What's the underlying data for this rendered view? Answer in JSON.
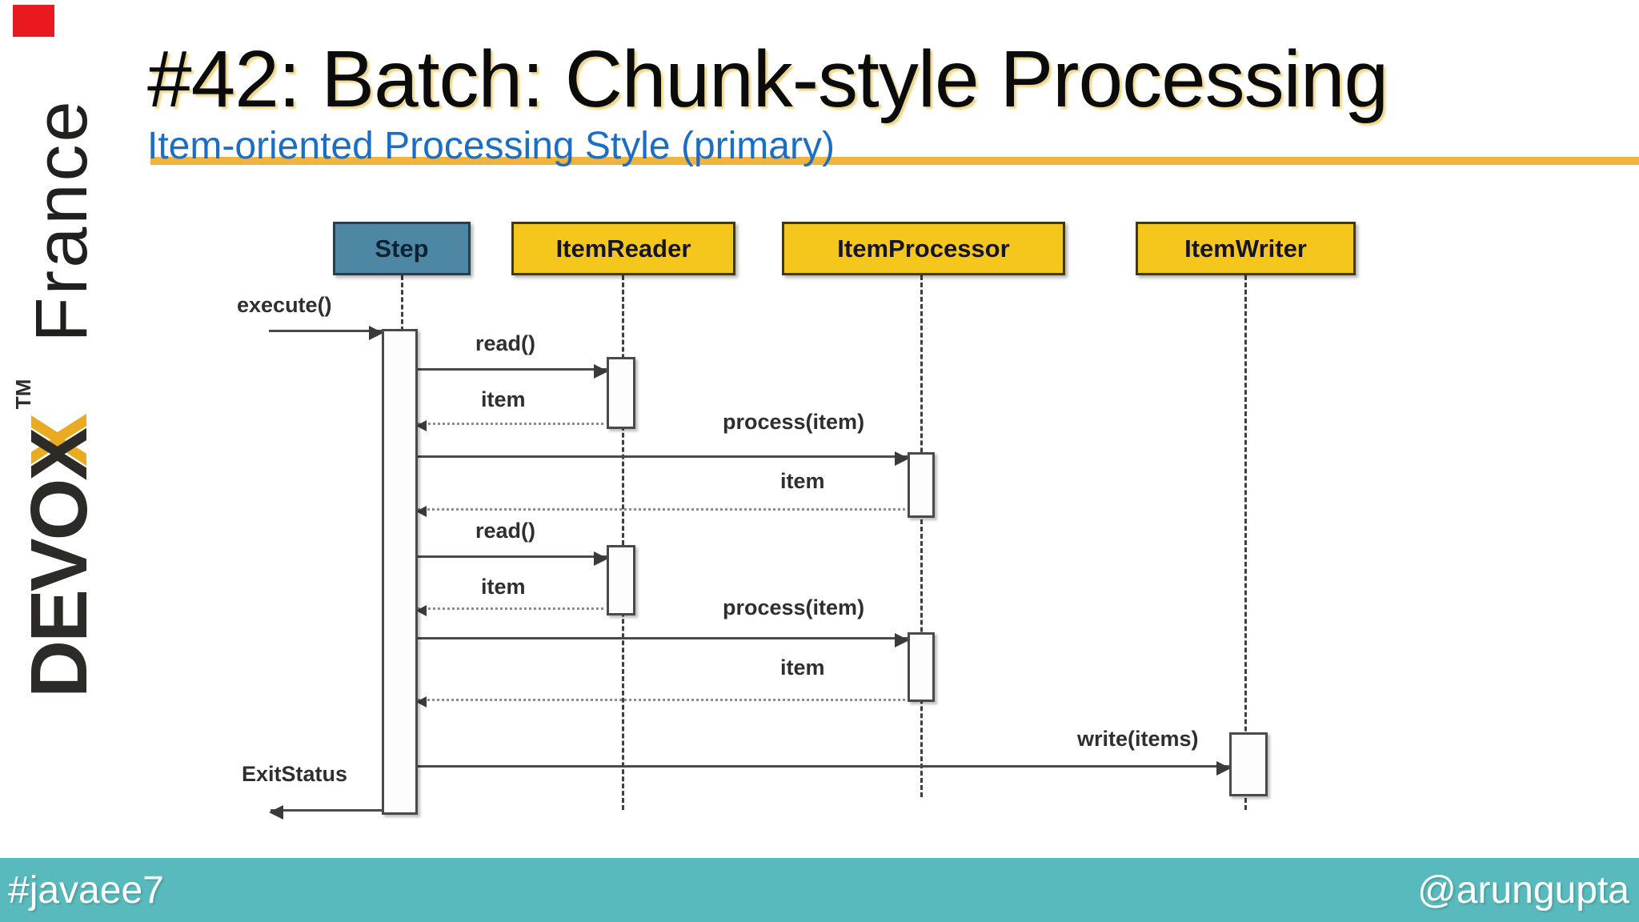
{
  "slide": {
    "title": "#42: Batch: Chunk-style Processing",
    "subtitle": "Item-oriented Processing Style (primary)",
    "logo": {
      "brand_prefix": "DEVO",
      "brand_x_dark": "X",
      "brand_x_amber": "X",
      "trademark": "TM",
      "region": "France"
    },
    "footer": {
      "hashtag": "#javaee7",
      "handle": "@arungupta"
    }
  },
  "colors": {
    "subtitle_blue": "#1a6ec5",
    "underline_amber": "#f0b43e",
    "footer_teal": "#58babc",
    "step_box_fill": "#4e87a3",
    "actor_box_yellow": "#f5c71d",
    "brand_amber_x": "#eaaa21",
    "record_red": "#e8191f"
  },
  "diagram": {
    "actors": [
      {
        "label": "Step"
      },
      {
        "label": "ItemReader"
      },
      {
        "label": "ItemProcessor"
      },
      {
        "label": "ItemWriter"
      }
    ],
    "messages": [
      {
        "label": "execute()"
      },
      {
        "label": "read()"
      },
      {
        "label": "item"
      },
      {
        "label": "process(item)"
      },
      {
        "label": "item"
      },
      {
        "label": "read()"
      },
      {
        "label": "item"
      },
      {
        "label": "process(item)"
      },
      {
        "label": "item"
      },
      {
        "label": "write(items)"
      },
      {
        "label": "ExitStatus"
      }
    ]
  }
}
